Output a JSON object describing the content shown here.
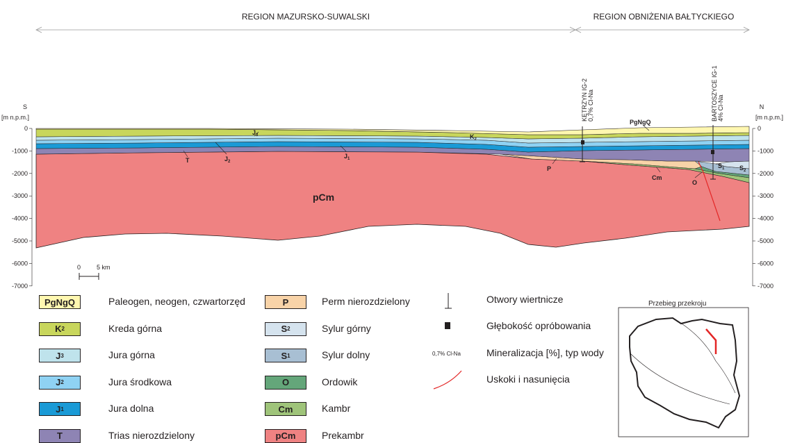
{
  "regions": {
    "left": "REGION MAZURSKO-SUWALSKI",
    "right": "REGION OBNIŻENIA BAŁTYCKIEGO"
  },
  "axis": {
    "left_dir": "S",
    "right_dir": "N",
    "unit": "[m n.p.m.]",
    "ticks": [
      "0",
      "-1000",
      "-2000",
      "-3000",
      "-4000",
      "-5000",
      "-6000",
      "-7000"
    ]
  },
  "scale": {
    "zero": "0",
    "five": "5 km"
  },
  "wells": [
    {
      "name": "KĘTRZYN IG-2",
      "mineral": "0,7% Cl-Na"
    },
    {
      "name": "BARTOSZYCE IG-1",
      "mineral": "4% Cl-Na"
    }
  ],
  "section_labels": {
    "J3": "J",
    "J3_sub": "3",
    "J2": "J",
    "J2_sub": "2",
    "J1": "J",
    "J1_sub": "1",
    "K2": "K",
    "K2_sub": "2",
    "T": "T",
    "P": "P",
    "PgNgQ": "PgNgQ",
    "pCm": "pCm",
    "Cm": "Cm",
    "O": "O",
    "S1": "S",
    "S1_sub": "1",
    "S2": "S",
    "S2_sub": "2"
  },
  "legend": [
    {
      "code": "PgNgQ",
      "sub": "",
      "color": "#fff7b0",
      "text": "Paleogen, neogen, czwartorzęd"
    },
    {
      "code": "K",
      "sub": "2",
      "color": "#c8d65c",
      "text": "Kreda górna"
    },
    {
      "code": "J",
      "sub": "3",
      "color": "#bfe3ec",
      "text": "Jura górna"
    },
    {
      "code": "J",
      "sub": "2",
      "color": "#8fd2f3",
      "text": "Jura środkowa"
    },
    {
      "code": "J",
      "sub": "1",
      "color": "#1a9ad6",
      "text": "Jura dolna"
    },
    {
      "code": "T",
      "sub": "",
      "color": "#8e84b4",
      "text": "Trias nierozdzielony"
    },
    {
      "code": "P",
      "sub": "",
      "color": "#f8d3a8",
      "text": "Perm nierozdzielony"
    },
    {
      "code": "S",
      "sub": "2",
      "color": "#d5e3ee",
      "text": "Sylur górny"
    },
    {
      "code": "S",
      "sub": "1",
      "color": "#a8bfd3",
      "text": "Sylur dolny"
    },
    {
      "code": "O",
      "sub": "",
      "color": "#64a67a",
      "text": "Ordowik"
    },
    {
      "code": "Cm",
      "sub": "",
      "color": "#9fc47a",
      "text": "Kambr"
    },
    {
      "code": "pCm",
      "sub": "",
      "color": "#ef8282",
      "text": "Prekambr"
    }
  ],
  "symbols": {
    "wells": "Otwory wiertnicze",
    "depth": "Głębokość opróbowania",
    "mineral_example": "0,7% Cl-Na",
    "mineral": "Mineralizacja [%], typ wody",
    "faults": "Uskoki i nasunięcia"
  },
  "map": {
    "title": "Przebieg przekroju"
  }
}
